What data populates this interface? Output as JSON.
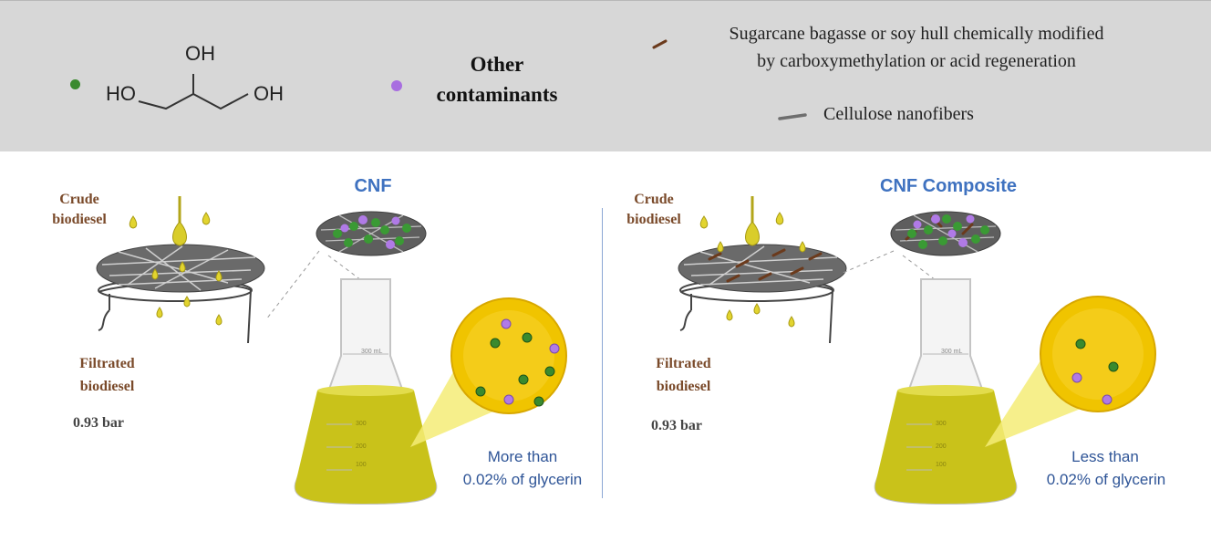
{
  "legend": {
    "glycerol": {
      "oh_top": "OH",
      "oh_left": "HO",
      "oh_right": "OH"
    },
    "contaminants_line1": "Other",
    "contaminants_line2": "contaminants",
    "modified_line1": "Sugarcane bagasse or soy hull chemically modified",
    "modified_line2": "by carboxymethylation or acid regeneration",
    "nanofibers": "Cellulose nanofibers"
  },
  "left_panel": {
    "title": "CNF",
    "crude_line1": "Crude",
    "crude_line2": "biodiesel",
    "filtrated_line1": "Filtrated",
    "filtrated_line2": "biodiesel",
    "pressure": "0.93 bar",
    "result_line1": "More than",
    "result_line2": "0.02% of glycerin",
    "flask_marks": [
      "300 mL",
      "300",
      "200",
      "100"
    ]
  },
  "right_panel": {
    "title": "CNF Composite",
    "crude_line1": "Crude",
    "crude_line2": "biodiesel",
    "filtrated_line1": "Filtrated",
    "filtrated_line2": "biodiesel",
    "pressure": "0.93 bar",
    "result_line1": "Less than",
    "result_line2": "0.02% of glycerin",
    "flask_marks": [
      "300 mL",
      "300",
      "200",
      "100"
    ]
  },
  "colors": {
    "glycerol_dot": "#3a8a2e",
    "contaminant_dot": "#a86ee0",
    "modified_fiber": "#6b3a1c",
    "nanofiber": "#6e6e6e",
    "biodiesel": "#c9c21a",
    "title_blue": "#3f72c0",
    "label_brown": "#7a4a2a"
  }
}
